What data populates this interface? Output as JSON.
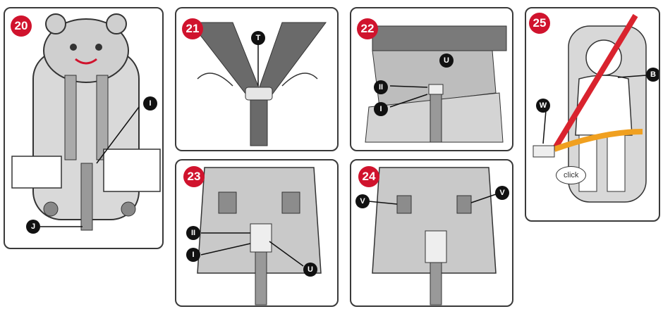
{
  "steps": [
    {
      "number": "20",
      "labels": [
        "I",
        "J"
      ]
    },
    {
      "number": "21",
      "labels": [
        "T"
      ]
    },
    {
      "number": "22",
      "labels": [
        "U",
        "II",
        "I"
      ]
    },
    {
      "number": "23",
      "labels": [
        "II",
        "I",
        "U"
      ]
    },
    {
      "number": "24",
      "labels": [
        "V",
        "V"
      ]
    },
    {
      "number": "25",
      "labels": [
        "B",
        "W"
      ],
      "callout": "click"
    }
  ],
  "colors": {
    "badge": "#d0132d",
    "label": "#111111",
    "seat": "#c8c8c8",
    "belt_red": "#d9232e",
    "belt_orange": "#f0a020"
  }
}
